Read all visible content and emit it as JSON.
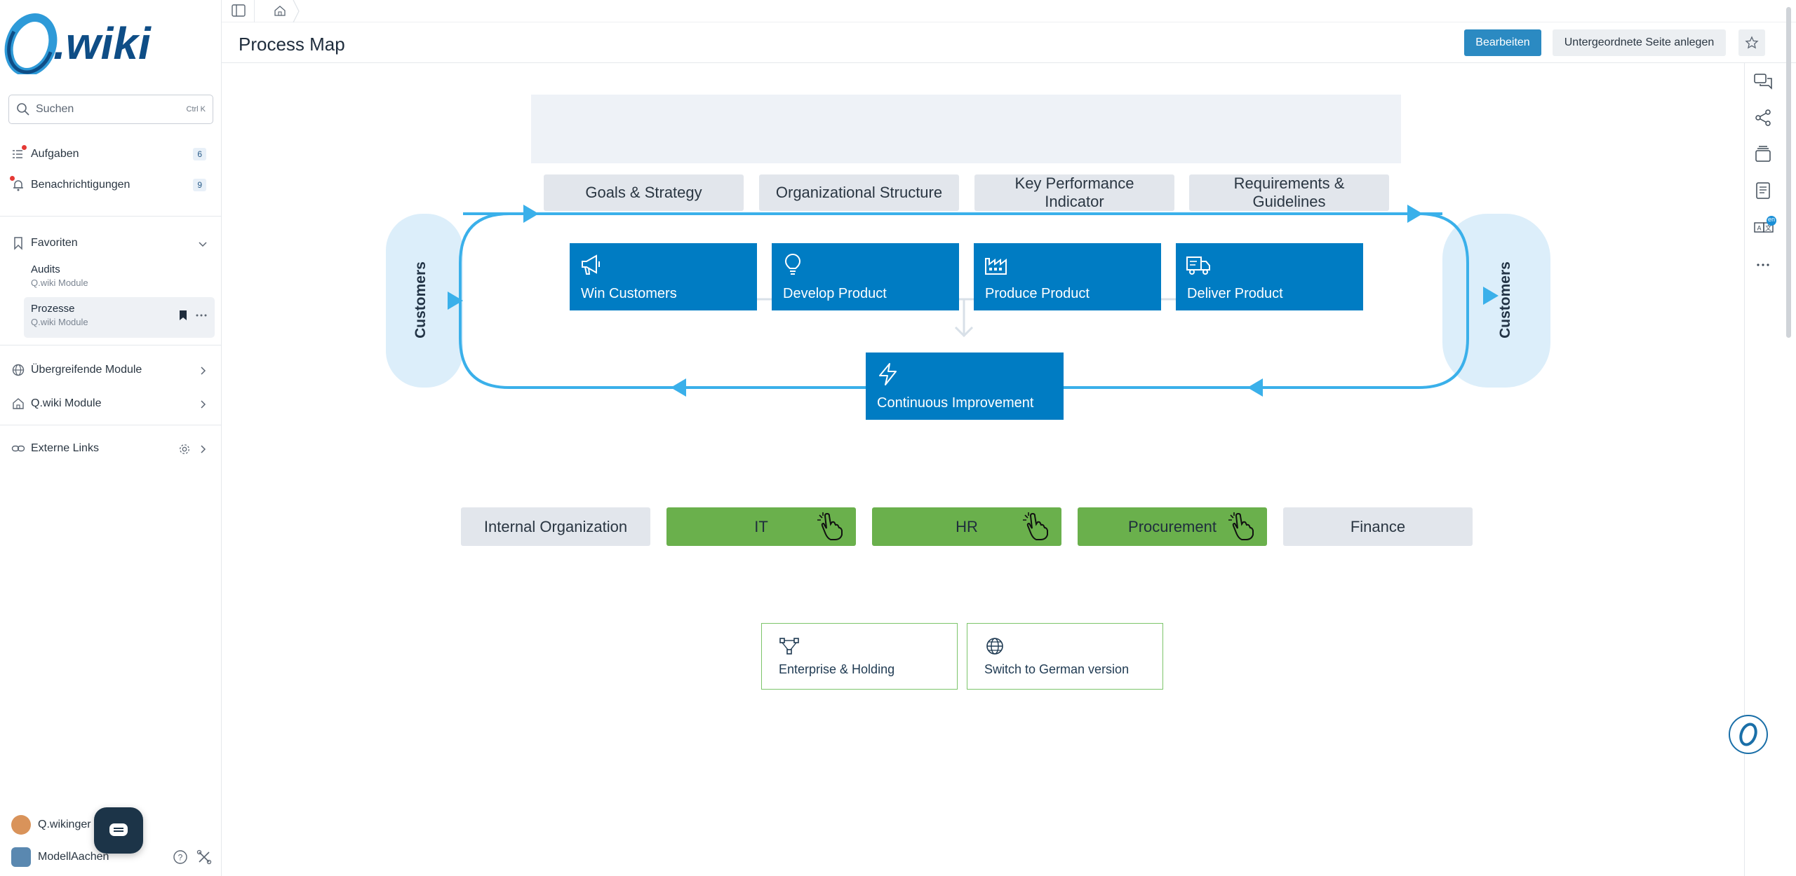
{
  "app": {
    "logo_text": "Q.wiki"
  },
  "sidebar": {
    "search": {
      "placeholder": "Suchen",
      "shortcut": "Ctrl  K"
    },
    "tasks": {
      "label": "Aufgaben",
      "count": "6"
    },
    "notifications": {
      "label": "Benachrichtigungen",
      "count": "9"
    },
    "favorites": {
      "label": "Favoriten",
      "items": [
        {
          "title": "Audits",
          "subtitle": "Q.wiki Module"
        },
        {
          "title": "Prozesse",
          "subtitle": "Q.wiki Module"
        }
      ]
    },
    "nav": [
      {
        "label": "Übergreifende Module"
      },
      {
        "label": "Q.wiki Module"
      },
      {
        "label": "Externe Links"
      }
    ],
    "users": [
      {
        "label": "Q.wikinger"
      },
      {
        "label": "ModellAachen"
      }
    ]
  },
  "header": {
    "title": "Process Map",
    "edit_button": "Bearbeiten",
    "sub_page_button": "Untergeordnete Seite anlegen"
  },
  "rail": {
    "translate_badge": "en"
  },
  "map": {
    "top_boxes": [
      "Goals  & Strategy",
      "Organizational Structure",
      "Key Performance Indicator",
      "Requirements & Guidelines"
    ],
    "processes": [
      {
        "label": "Win Customers",
        "icon": "megaphone-icon"
      },
      {
        "label": "Develop Product",
        "icon": "lightbulb-icon"
      },
      {
        "label": "Produce Product",
        "icon": "factory-icon"
      },
      {
        "label": "Deliver Product",
        "icon": "truck-icon"
      }
    ],
    "improvement": {
      "label": "Continuous Improvement",
      "icon": "lightning-icon"
    },
    "customers_left": "Customers",
    "customers_right": "Customers",
    "support": [
      {
        "label": "Internal Organization",
        "style": "grey"
      },
      {
        "label": "IT",
        "style": "green"
      },
      {
        "label": "HR",
        "style": "green"
      },
      {
        "label": "Procurement",
        "style": "green"
      },
      {
        "label": "Finance",
        "style": "grey"
      }
    ],
    "links": [
      {
        "label": "Enterprise & Holding",
        "icon": "network-icon"
      },
      {
        "label": "Switch to German version",
        "icon": "globe-icon"
      }
    ]
  },
  "colors": {
    "process_blue": "#007cc3",
    "flow_blue": "#3ab0ea",
    "customers_bg": "#dceefa",
    "support_green": "#6ab04c",
    "grey_box": "#e2e6ec",
    "primary_button": "#2b8ac2"
  }
}
